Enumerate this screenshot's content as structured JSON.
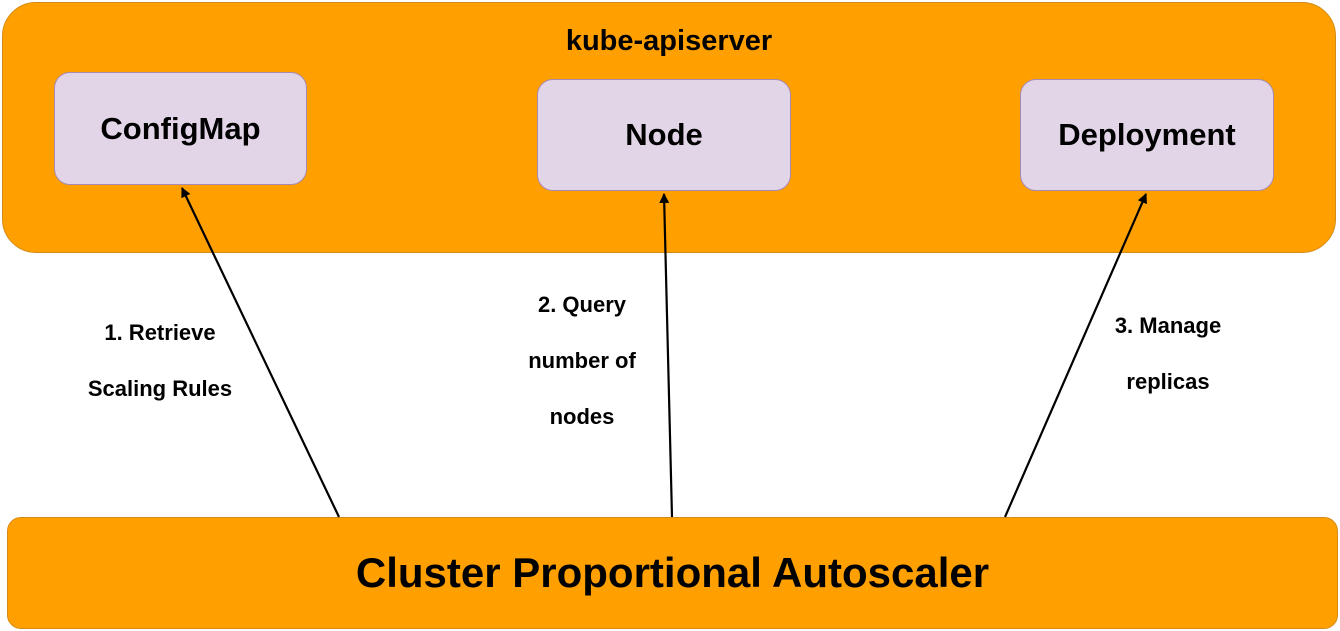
{
  "apiserver": {
    "title": "kube-apiserver",
    "resources": {
      "configmap": "ConfigMap",
      "node": "Node",
      "deployment": "Deployment"
    }
  },
  "autoscaler": {
    "label": "Cluster Proportional Autoscaler"
  },
  "steps": [
    {
      "lines": [
        "1. Retrieve",
        "Scaling Rules"
      ]
    },
    {
      "lines": [
        "2. Query",
        "number of",
        "nodes"
      ]
    },
    {
      "lines": [
        "3. Manage",
        "replicas"
      ]
    }
  ],
  "colors": {
    "container_fill": "#FFA000",
    "container_border": "#D48B16",
    "resource_fill": "#E3D5E8",
    "resource_border": "#A789B4",
    "arrow": "#000000"
  }
}
